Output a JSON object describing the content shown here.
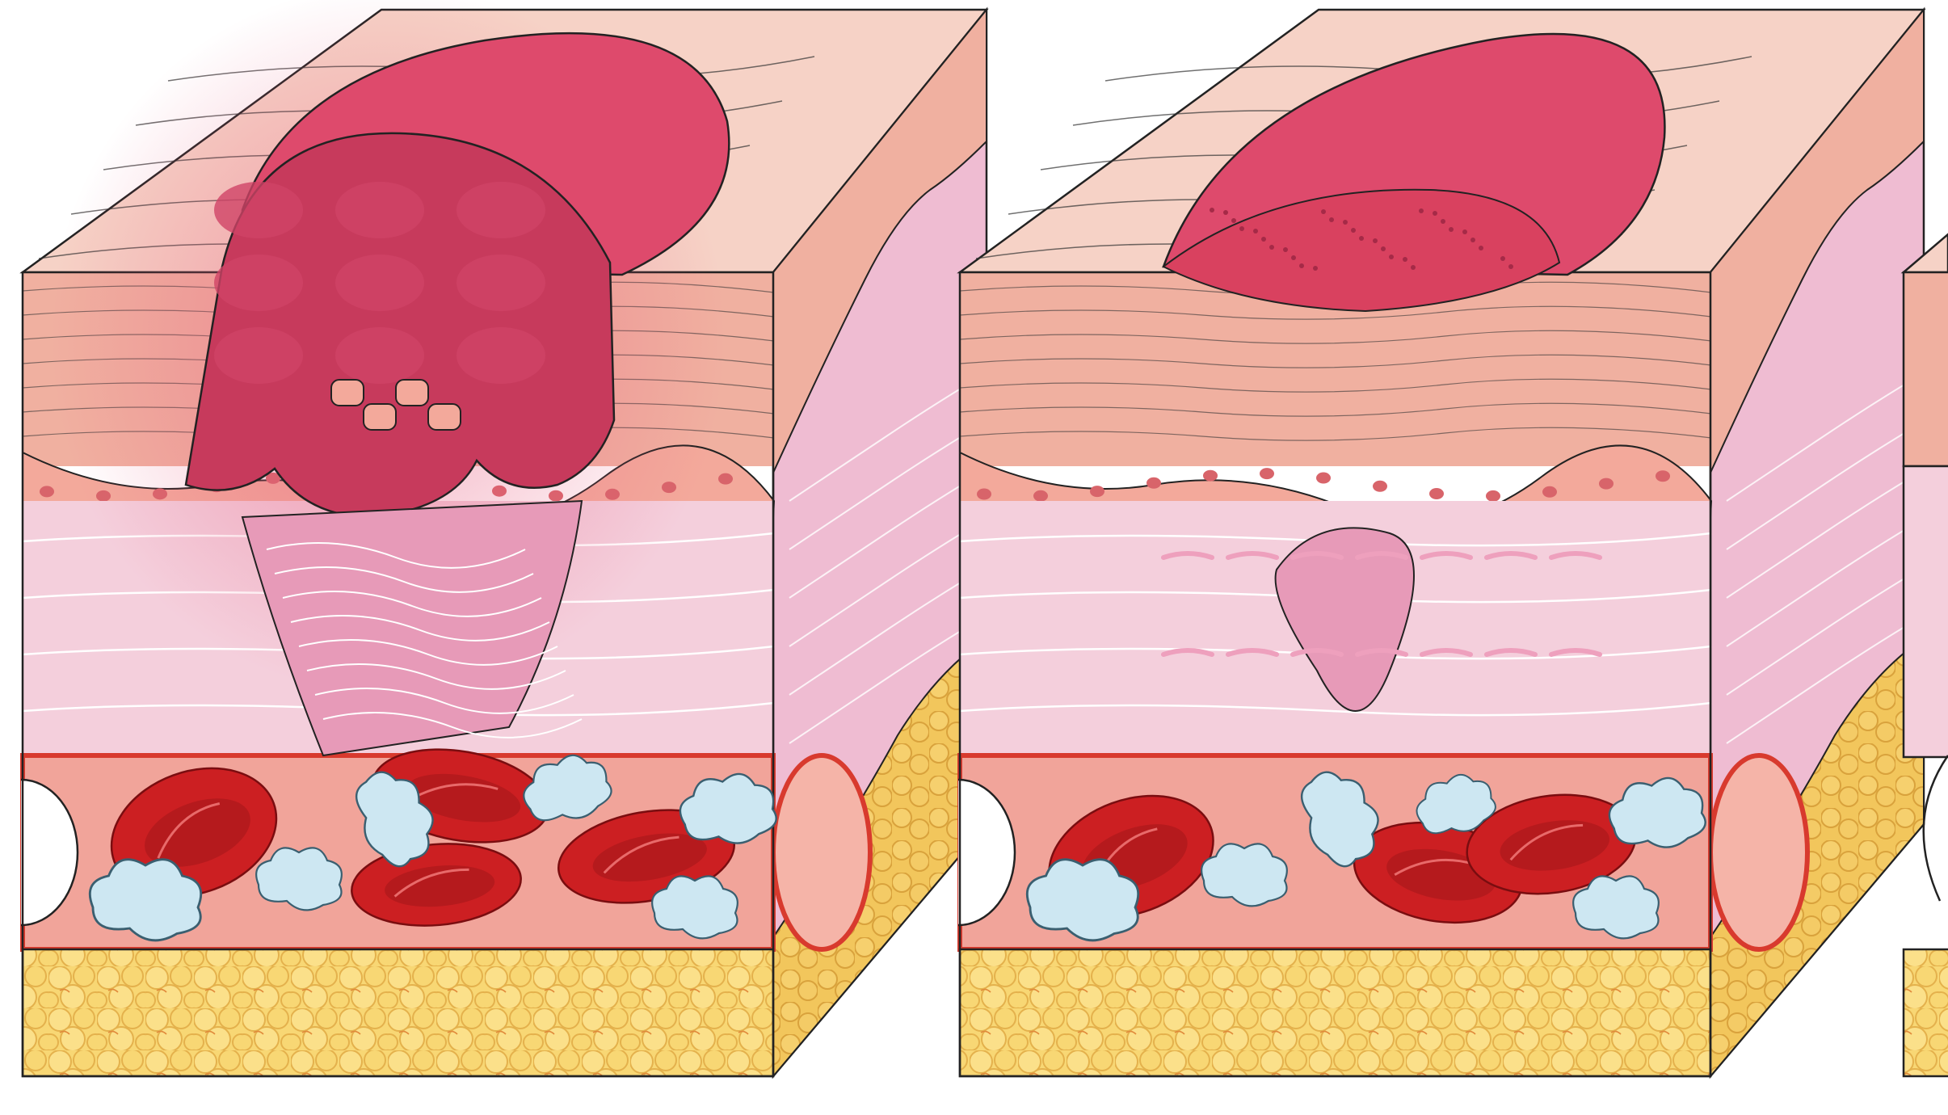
{
  "figure": {
    "title": "",
    "panel_count": 3,
    "panels": [
      {
        "name": "inflammation-stage",
        "features": [
          "blood-clot",
          "scab",
          "inflamed-dermis",
          "red-blood-cells",
          "immune-cells",
          "subcutaneous-fat"
        ]
      },
      {
        "name": "proliferation-stage",
        "features": [
          "scab",
          "healing-epidermis",
          "granulation-tissue",
          "red-blood-cells",
          "immune-cells",
          "subcutaneous-fat"
        ]
      },
      {
        "name": "maturation-stage-partial",
        "features": [
          "epidermis-edge",
          "fat-edge"
        ]
      }
    ],
    "colors": {
      "epidermis_top": "#f6d2c6",
      "epidermis_layer": "#f0b0a0",
      "dermis": "#f4cfdc",
      "dermis_side": "#efbcd2",
      "clot": "#de4a6c",
      "clot_dark": "#c73a5c",
      "blood_vessel": "#f1a49a",
      "vessel_wall": "#d83a2e",
      "rbc": "#cc1f22",
      "immune_cell": "#cde7f2",
      "fat": "#f8d774",
      "fat_dark": "#e6b74e",
      "granulation": "#e79ab8"
    }
  }
}
